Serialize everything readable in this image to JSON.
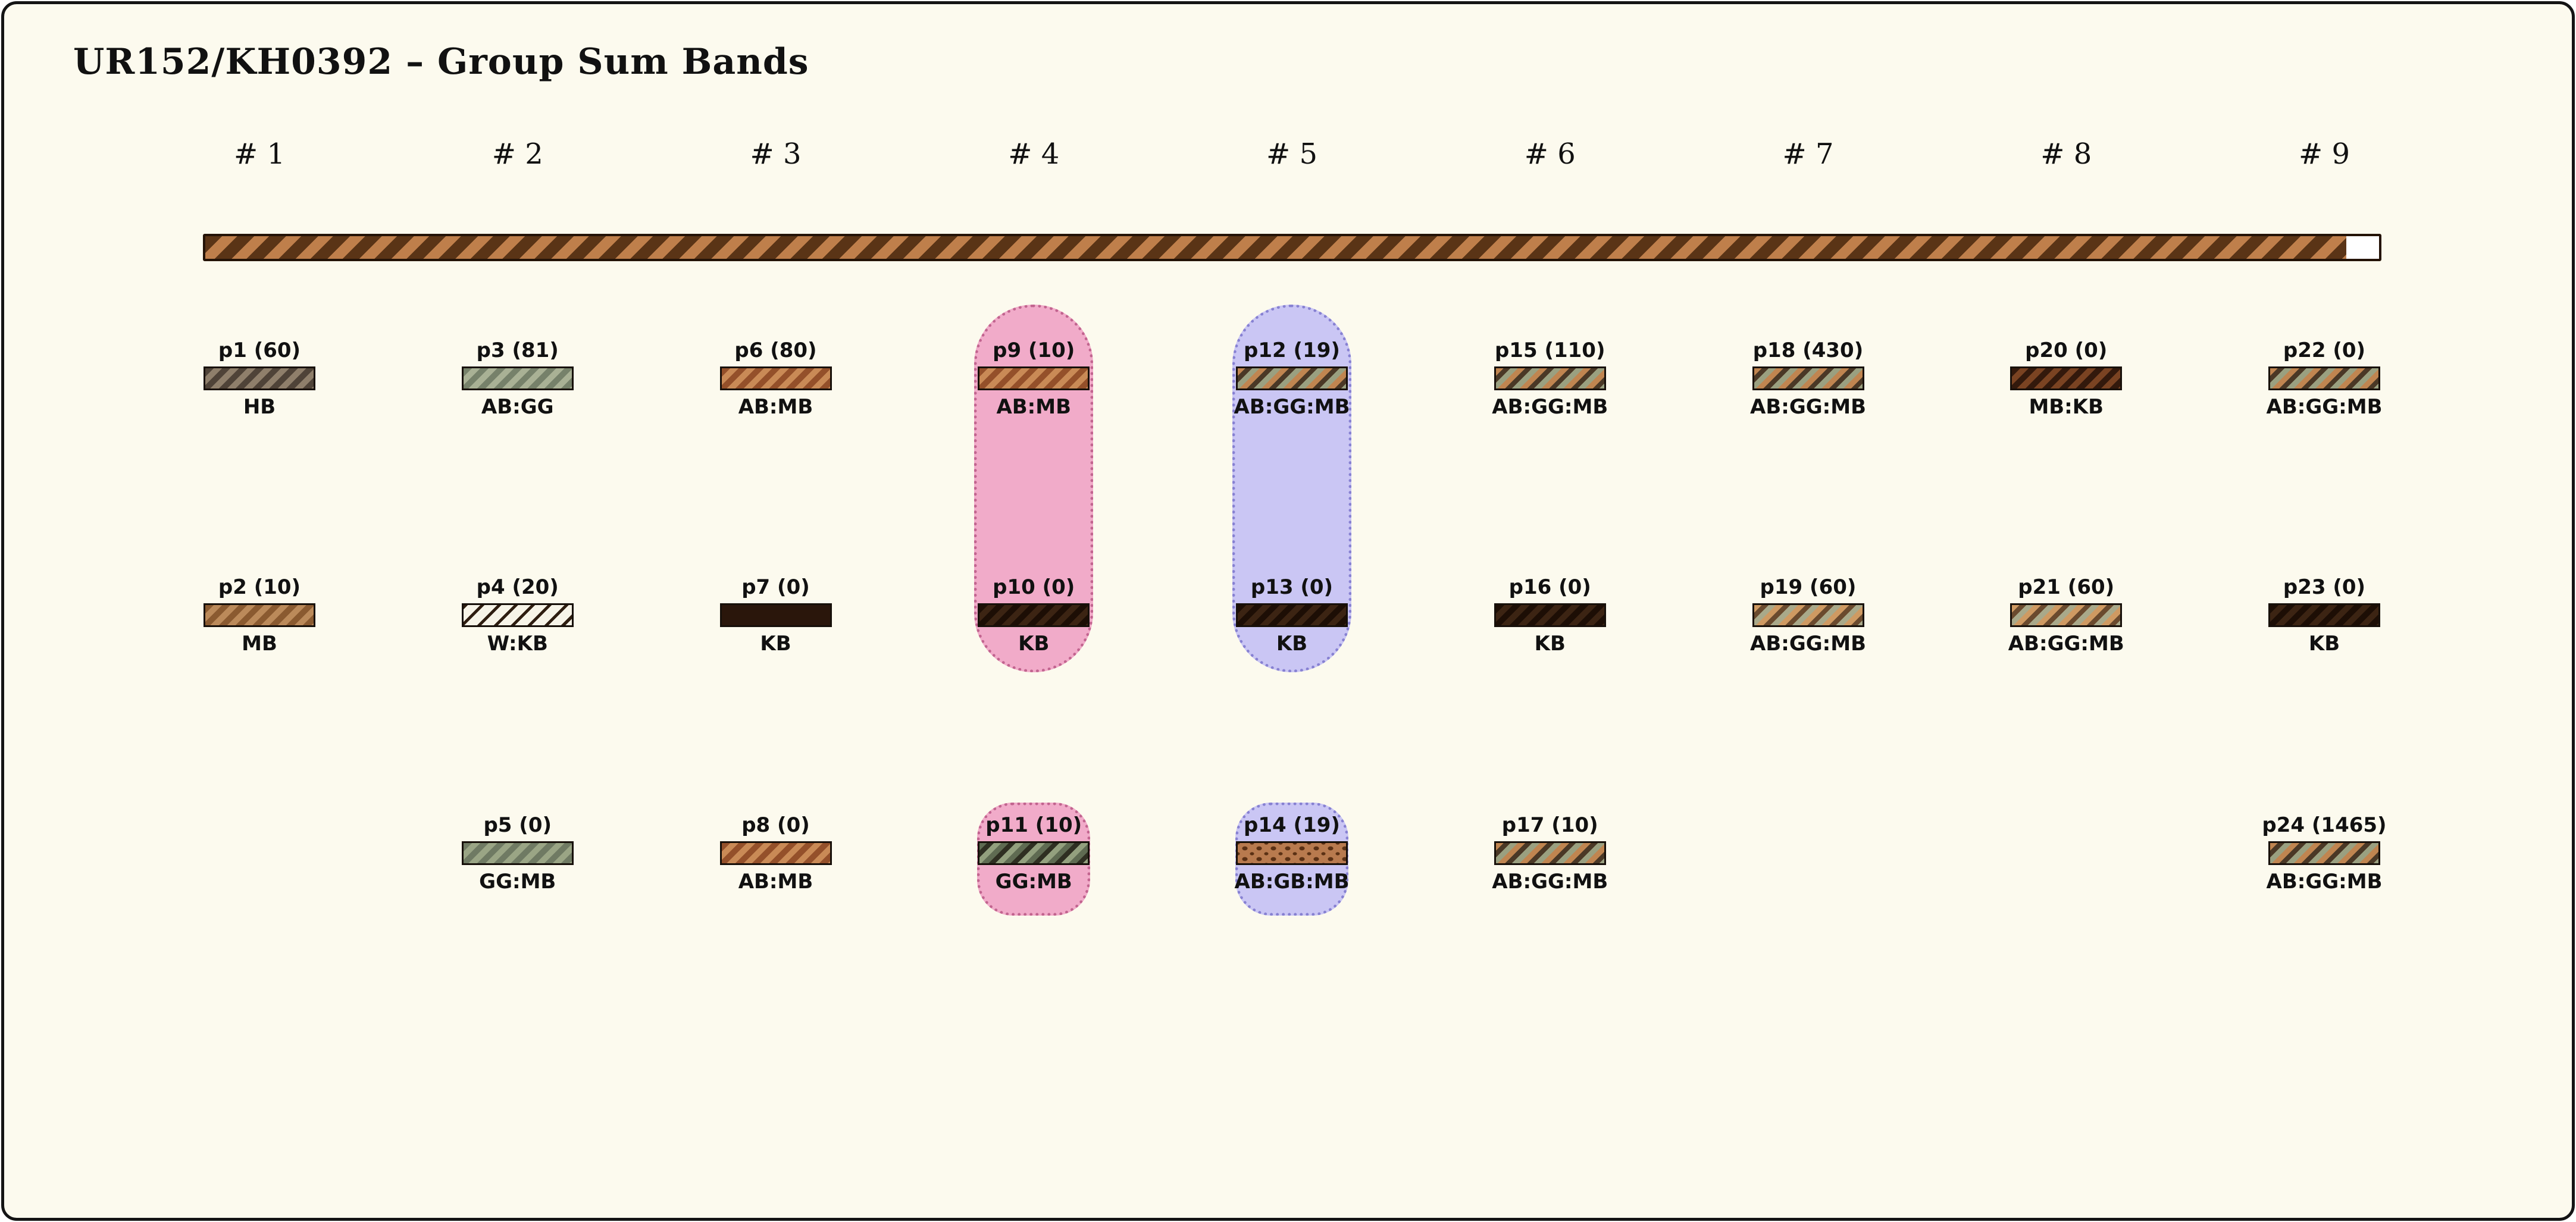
{
  "header": {
    "title": "UR152/KH0392 – Group Sum Bands"
  },
  "columns": [
    "# 1",
    "# 2",
    "# 3",
    "# 4",
    "# 5",
    "# 6",
    "# 7",
    "# 8",
    "# 9"
  ],
  "main_band": {
    "stripe_dark": "#5A3416",
    "stripe_light": "#BF7F4B",
    "border": "#241307",
    "empty_fill": "#FFFFFF",
    "fill_percent": 98.5
  },
  "highlights": [
    {
      "column": 4,
      "rows": "1-2",
      "fill": "#F1ABC9",
      "border": "#C2648F"
    },
    {
      "column": 5,
      "rows": "1-2",
      "fill": "#CAC6F4",
      "border": "#8781D2"
    },
    {
      "column": 4,
      "rows": "3",
      "fill": "#F1ABC9",
      "border": "#C2648F"
    },
    {
      "column": 5,
      "rows": "3",
      "fill": "#CAC6F4",
      "border": "#8781D2"
    }
  ],
  "items": [
    {
      "id": "p1",
      "label": "p1 (60)",
      "group": "HB",
      "column": 1,
      "row": 1,
      "pattern": "stripes",
      "colors": [
        "#4F4338",
        "#8F7F6B"
      ]
    },
    {
      "id": "p2",
      "label": "p2 (10)",
      "group": "MB",
      "column": 1,
      "row": 2,
      "pattern": "stripes",
      "colors": [
        "#8A5A30",
        "#BB8A5A"
      ]
    },
    {
      "id": "p3",
      "label": "p3 (81)",
      "group": "AB:GG",
      "column": 2,
      "row": 1,
      "pattern": "stripes",
      "colors": [
        "#76816A",
        "#A9B195"
      ]
    },
    {
      "id": "p4",
      "label": "p4 (20)",
      "group": "W:KB",
      "column": 2,
      "row": 2,
      "pattern": "thin",
      "colors": [
        "#2E1D10",
        "#F7F4E8"
      ]
    },
    {
      "id": "p5",
      "label": "p5 (0)",
      "group": "GG:MB",
      "column": 2,
      "row": 3,
      "pattern": "stripes",
      "colors": [
        "#6F7A63",
        "#9AA585"
      ]
    },
    {
      "id": "p6",
      "label": "p6 (80)",
      "group": "AB:MB",
      "column": 3,
      "row": 1,
      "pattern": "stripes",
      "colors": [
        "#94502A",
        "#C98A56"
      ]
    },
    {
      "id": "p7",
      "label": "p7 (0)",
      "group": "KB",
      "column": 3,
      "row": 2,
      "pattern": "solid",
      "colors": [
        "#2A160B"
      ]
    },
    {
      "id": "p8",
      "label": "p8 (0)",
      "group": "AB:MB",
      "column": 3,
      "row": 3,
      "pattern": "stripes",
      "colors": [
        "#94502A",
        "#C98A56"
      ]
    },
    {
      "id": "p9",
      "label": "p9 (10)",
      "group": "AB:MB",
      "column": 4,
      "row": 1,
      "pattern": "stripes",
      "colors": [
        "#94502A",
        "#C98A56"
      ]
    },
    {
      "id": "p10",
      "label": "p10 (0)",
      "group": "KB",
      "column": 4,
      "row": 2,
      "pattern": "stripes",
      "colors": [
        "#1D0E05",
        "#3C2413"
      ]
    },
    {
      "id": "p11",
      "label": "p11 (10)",
      "group": "GG:MB",
      "column": 4,
      "row": 3,
      "pattern": "stripes3",
      "colors": [
        "#5F6B52",
        "#2F2F22",
        "#93A07E"
      ]
    },
    {
      "id": "p12",
      "label": "p12 (19)",
      "group": "AB:GG:MB",
      "column": 5,
      "row": 1,
      "pattern": "stripes3",
      "colors": [
        "#C08550",
        "#4A3826",
        "#9AA080"
      ]
    },
    {
      "id": "p13",
      "label": "p13 (0)",
      "group": "KB",
      "column": 5,
      "row": 2,
      "pattern": "stripes",
      "colors": [
        "#1D0E05",
        "#3C2413"
      ]
    },
    {
      "id": "p14",
      "label": "p14 (19)",
      "group": "AB:GB:MB",
      "column": 5,
      "row": 3,
      "pattern": "dots",
      "colors": [
        "#B87A4E",
        "#5A3014"
      ]
    },
    {
      "id": "p15",
      "label": "p15 (110)",
      "group": "AB:GG:MB",
      "column": 6,
      "row": 1,
      "pattern": "stripes3",
      "colors": [
        "#C08550",
        "#4A3826",
        "#9AA080"
      ]
    },
    {
      "id": "p16",
      "label": "p16 (0)",
      "group": "KB",
      "column": 6,
      "row": 2,
      "pattern": "stripes",
      "colors": [
        "#1D0E05",
        "#3C2413"
      ]
    },
    {
      "id": "p17",
      "label": "p17 (10)",
      "group": "AB:GG:MB",
      "column": 6,
      "row": 3,
      "pattern": "stripes3",
      "colors": [
        "#C08550",
        "#4A3826",
        "#9AA080"
      ]
    },
    {
      "id": "p18",
      "label": "p18 (430)",
      "group": "AB:GG:MB",
      "column": 7,
      "row": 1,
      "pattern": "stripes3",
      "colors": [
        "#C08550",
        "#4A3826",
        "#9AA080"
      ]
    },
    {
      "id": "p19",
      "label": "p19 (60)",
      "group": "AB:GG:MB",
      "column": 7,
      "row": 2,
      "pattern": "stripes3",
      "colors": [
        "#CF9A62",
        "#6A4A2E",
        "#A9A98A"
      ]
    },
    {
      "id": "p20",
      "label": "p20 (0)",
      "group": "MB:KB",
      "column": 8,
      "row": 1,
      "pattern": "stripes",
      "colors": [
        "#33190C",
        "#7A4322"
      ]
    },
    {
      "id": "p21",
      "label": "p21 (60)",
      "group": "AB:GG:MB",
      "column": 8,
      "row": 2,
      "pattern": "stripes3",
      "colors": [
        "#CF9A62",
        "#6A4A2E",
        "#A9A98A"
      ]
    },
    {
      "id": "p22",
      "label": "p22 (0)",
      "group": "AB:GG:MB",
      "column": 9,
      "row": 1,
      "pattern": "stripes3",
      "colors": [
        "#C08550",
        "#4A3826",
        "#9AA080"
      ]
    },
    {
      "id": "p23",
      "label": "p23 (0)",
      "group": "KB",
      "column": 9,
      "row": 2,
      "pattern": "stripes",
      "colors": [
        "#1D0E05",
        "#3C2413"
      ]
    },
    {
      "id": "p24",
      "label": "p24 (1465)",
      "group": "AB:GG:MB",
      "column": 9,
      "row": 3,
      "pattern": "stripes3",
      "colors": [
        "#C08550",
        "#4A3826",
        "#9AA080"
      ]
    }
  ]
}
